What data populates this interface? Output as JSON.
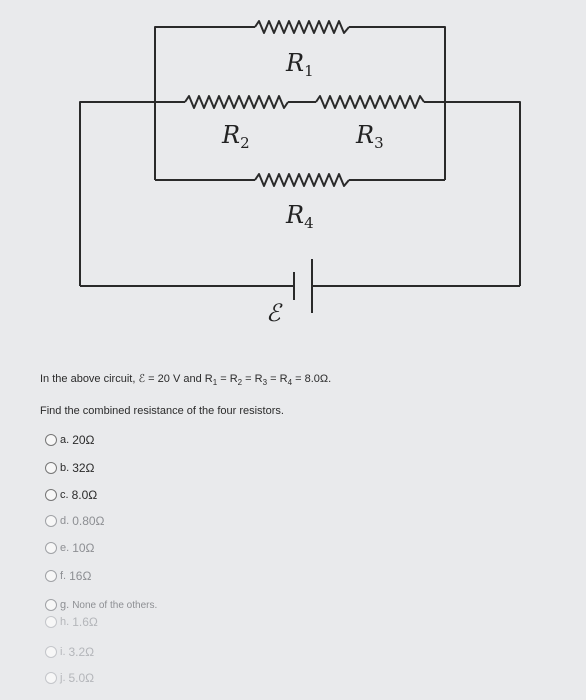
{
  "diagram": {
    "r1": {
      "letter": "R",
      "sub": "1"
    },
    "r2": {
      "letter": "R",
      "sub": "2"
    },
    "r3": {
      "letter": "R",
      "sub": "3"
    },
    "r4": {
      "letter": "R",
      "sub": "4"
    },
    "emf_symbol": "ℰ"
  },
  "question": {
    "pre": "In the above circuit,",
    "emf": "ℰ",
    "given_mid": " = 20 V and ",
    "r_letter": "R",
    "s1": "1",
    "s2": "2",
    "s3": "3",
    "s4": "4",
    "eq": " = ",
    "value": "8.0Ω.",
    "prompt": "Find the combined resistance of the four resistors."
  },
  "options": [
    {
      "letter": "a.",
      "value": "20Ω"
    },
    {
      "letter": "b.",
      "value": "32Ω"
    },
    {
      "letter": "c.",
      "value": "8.0Ω"
    },
    {
      "letter": "d.",
      "value": "0.80Ω"
    },
    {
      "letter": "e.",
      "value": "10Ω"
    },
    {
      "letter": "f.",
      "value": "16Ω"
    },
    {
      "letter": "g.",
      "value": "None of the others."
    },
    {
      "letter": "h.",
      "value": "1.6Ω"
    },
    {
      "letter": "i.",
      "value": "3.2Ω"
    },
    {
      "letter": "j.",
      "value": "5.0Ω"
    }
  ]
}
